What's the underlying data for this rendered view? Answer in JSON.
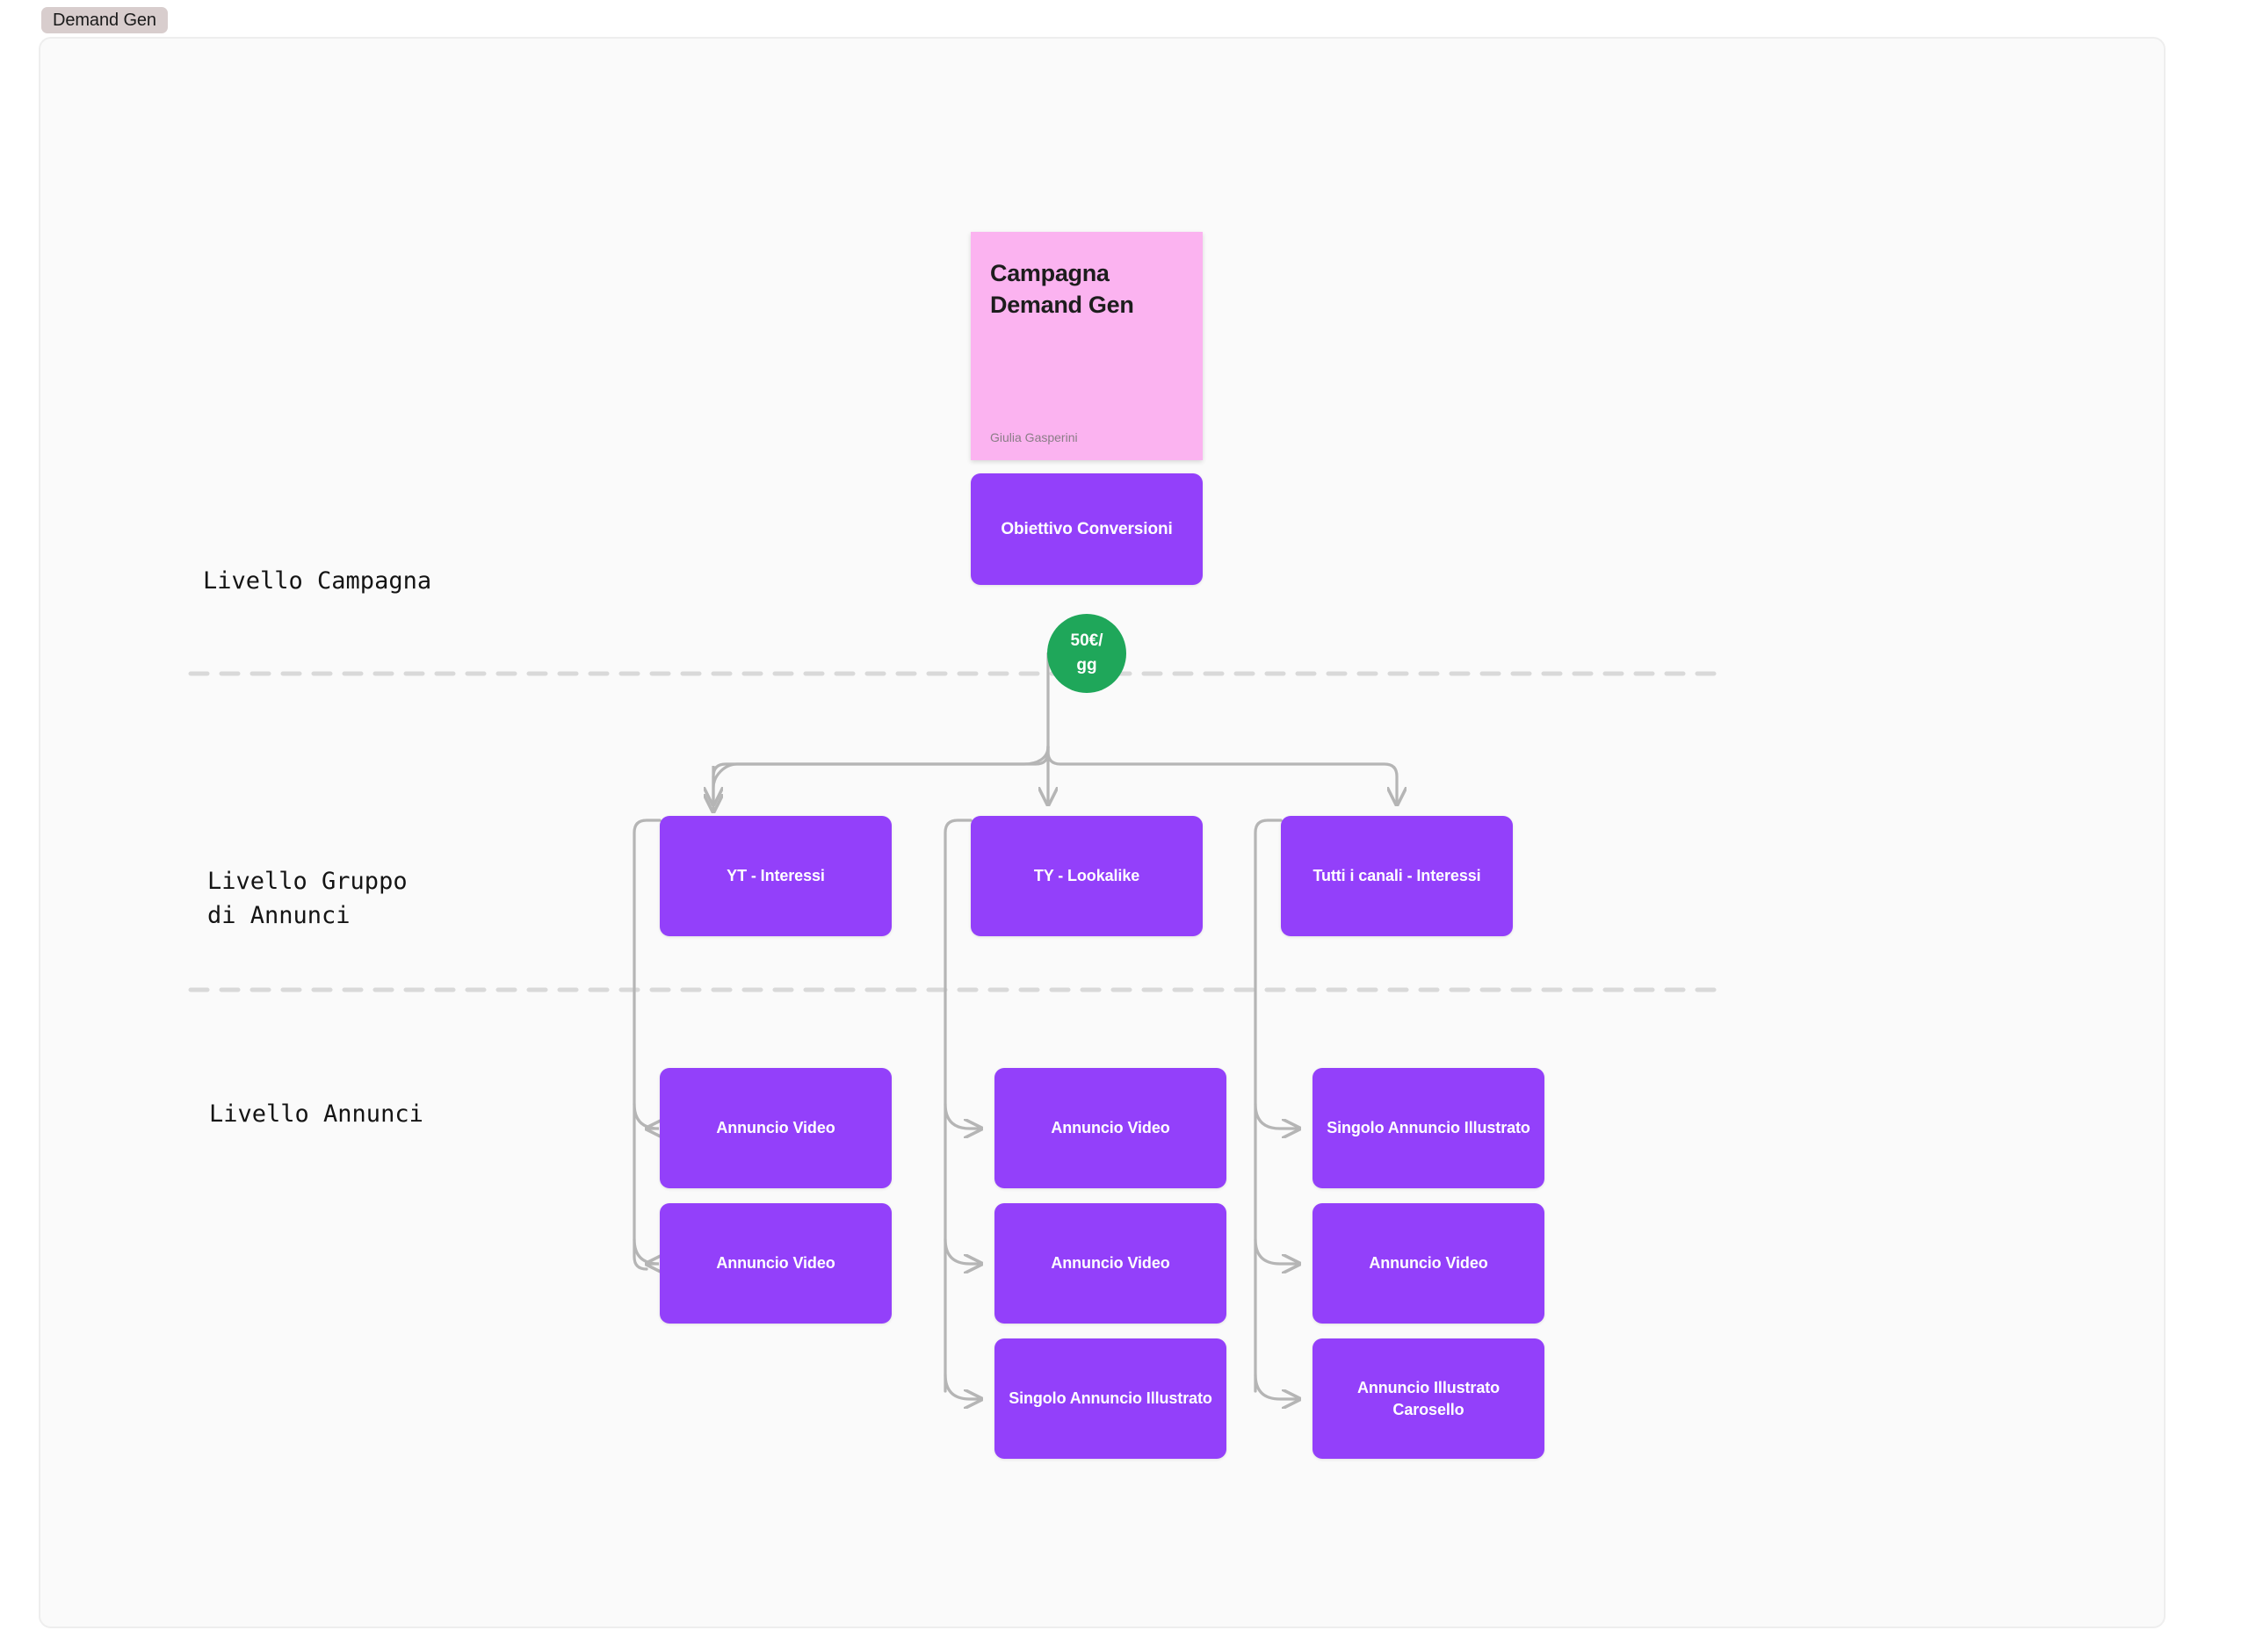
{
  "tab": {
    "label": "Demand Gen"
  },
  "campaign_card": {
    "title": "Campagna\nDemand Gen",
    "author": "Giulia Gasperini",
    "color": "#fbb3f0"
  },
  "levels": {
    "campaign": "Livello Campagna",
    "ad_group": "Livello Gruppo\ndi Annunci",
    "ads": "Livello Annunci"
  },
  "objective": {
    "label": "Obiettivo Conversioni",
    "color": "#9340fa"
  },
  "budget": {
    "label": "50€/\ngg",
    "color": "#1fa75a"
  },
  "ad_groups": [
    {
      "label": "YT - Interessi"
    },
    {
      "label": "TY - Lookalike"
    },
    {
      "label": "Tutti i canali - Interessi"
    }
  ],
  "ads": {
    "column_0": [
      {
        "label": "Annuncio Video"
      },
      {
        "label": "Annuncio Video"
      }
    ],
    "column_1": [
      {
        "label": "Annuncio Video"
      },
      {
        "label": "Annuncio Video"
      },
      {
        "label": "Singolo Annuncio Illustrato"
      }
    ],
    "column_2": [
      {
        "label": "Singolo Annuncio Illustrato"
      },
      {
        "label": "Annuncio Video"
      },
      {
        "label": "Annuncio Illustrato Carosello"
      }
    ]
  }
}
